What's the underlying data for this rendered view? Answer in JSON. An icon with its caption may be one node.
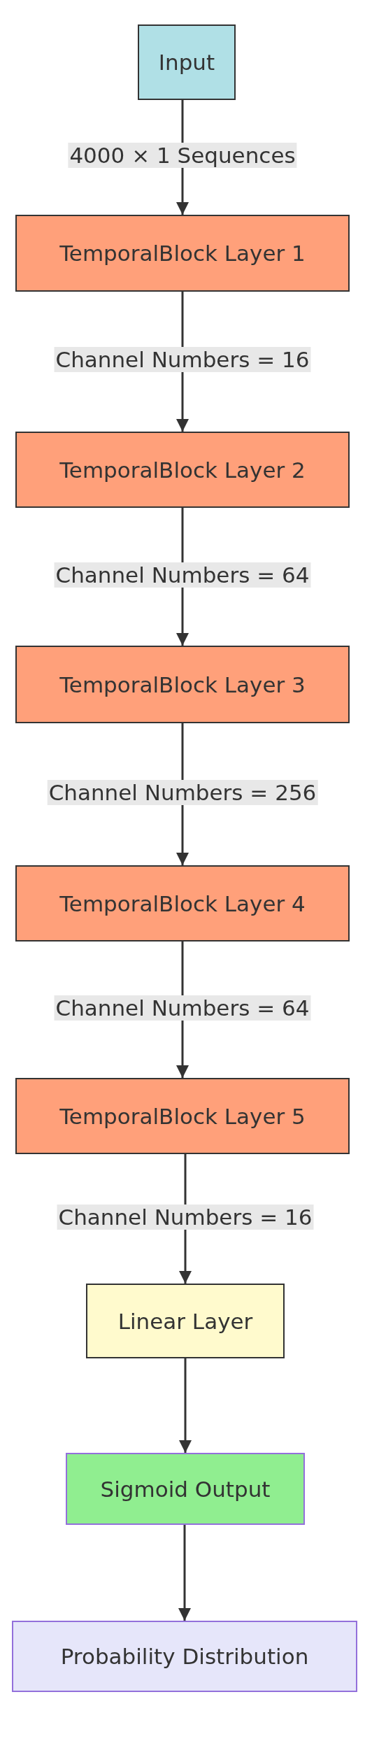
{
  "diagram": {
    "nodes": [
      {
        "text": [
          "Input"
        ]
      },
      {
        "text": [
          "TemporalBlock Layer 1"
        ]
      },
      {
        "text": [
          "TemporalBlock Layer 2"
        ]
      },
      {
        "text": [
          "TemporalBlock Layer 3"
        ]
      },
      {
        "text": [
          "TemporalBlock Layer 4"
        ]
      },
      {
        "text": [
          "TemporalBlock Layer 5"
        ]
      },
      {
        "text": [
          "Linear Layer"
        ]
      },
      {
        "text": [
          "Sigmoid Output"
        ]
      },
      {
        "text": [
          "Probability Distribution"
        ]
      }
    ],
    "edges": [
      {
        "from": 0,
        "to": 1,
        "arrow": "to",
        "label": "4000 × 1 Sequences"
      },
      {
        "from": 1,
        "to": 2,
        "arrow": "to",
        "label": "Channel Numbers = 16"
      },
      {
        "from": 2,
        "to": 3,
        "arrow": "to",
        "label": "Channel Numbers = 64"
      },
      {
        "from": 3,
        "to": 4,
        "arrow": "to",
        "label": "Channel Numbers = 256"
      },
      {
        "from": 4,
        "to": 5,
        "arrow": "to",
        "label": "Channel Numbers = 64"
      },
      {
        "from": 5,
        "to": 6,
        "arrow": "to",
        "label": "Channel Numbers = 16"
      },
      {
        "from": 6,
        "to": 7,
        "arrow": "to"
      },
      {
        "from": 7,
        "to": 8,
        "arrow": "to"
      }
    ]
  }
}
